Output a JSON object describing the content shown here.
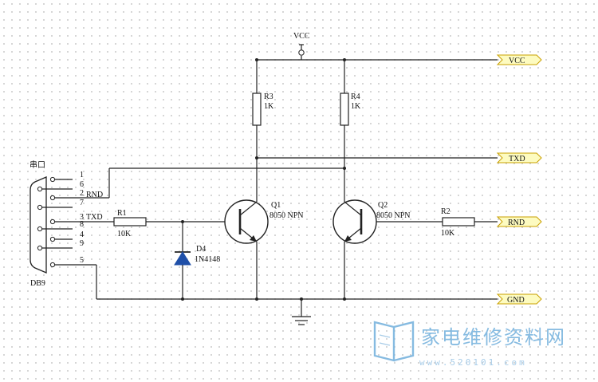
{
  "vcc_symbol_label": "VCC",
  "ports": {
    "vcc": "VCC",
    "txd": "TXD",
    "rnd": "RND",
    "gnd": "GND"
  },
  "connector": {
    "title": "串口",
    "name": "DB9",
    "pins": [
      "1",
      "6",
      "2",
      "7",
      "3",
      "8",
      "4",
      "9",
      "5"
    ],
    "pin2_signal": "RND",
    "pin3_signal": "TXD"
  },
  "components": {
    "r1": {
      "ref": "R1",
      "value": "10K"
    },
    "r2": {
      "ref": "R2",
      "value": "10K"
    },
    "r3": {
      "ref": "R3",
      "value": "1K"
    },
    "r4": {
      "ref": "R4",
      "value": "1K"
    },
    "d4": {
      "ref": "D4",
      "value": "1N4148"
    },
    "q1": {
      "ref": "Q1",
      "value": "8050 NPN"
    },
    "q2": {
      "ref": "Q2",
      "value": "8050 NPN"
    }
  },
  "watermark": {
    "text": "家电维修资料网",
    "url": "www.520101.com"
  },
  "colors": {
    "port_fill": "#fdfbc0",
    "port_border": "#c9a000",
    "diode_fill": "#1f4fa8",
    "watermark": "#79b4de"
  }
}
